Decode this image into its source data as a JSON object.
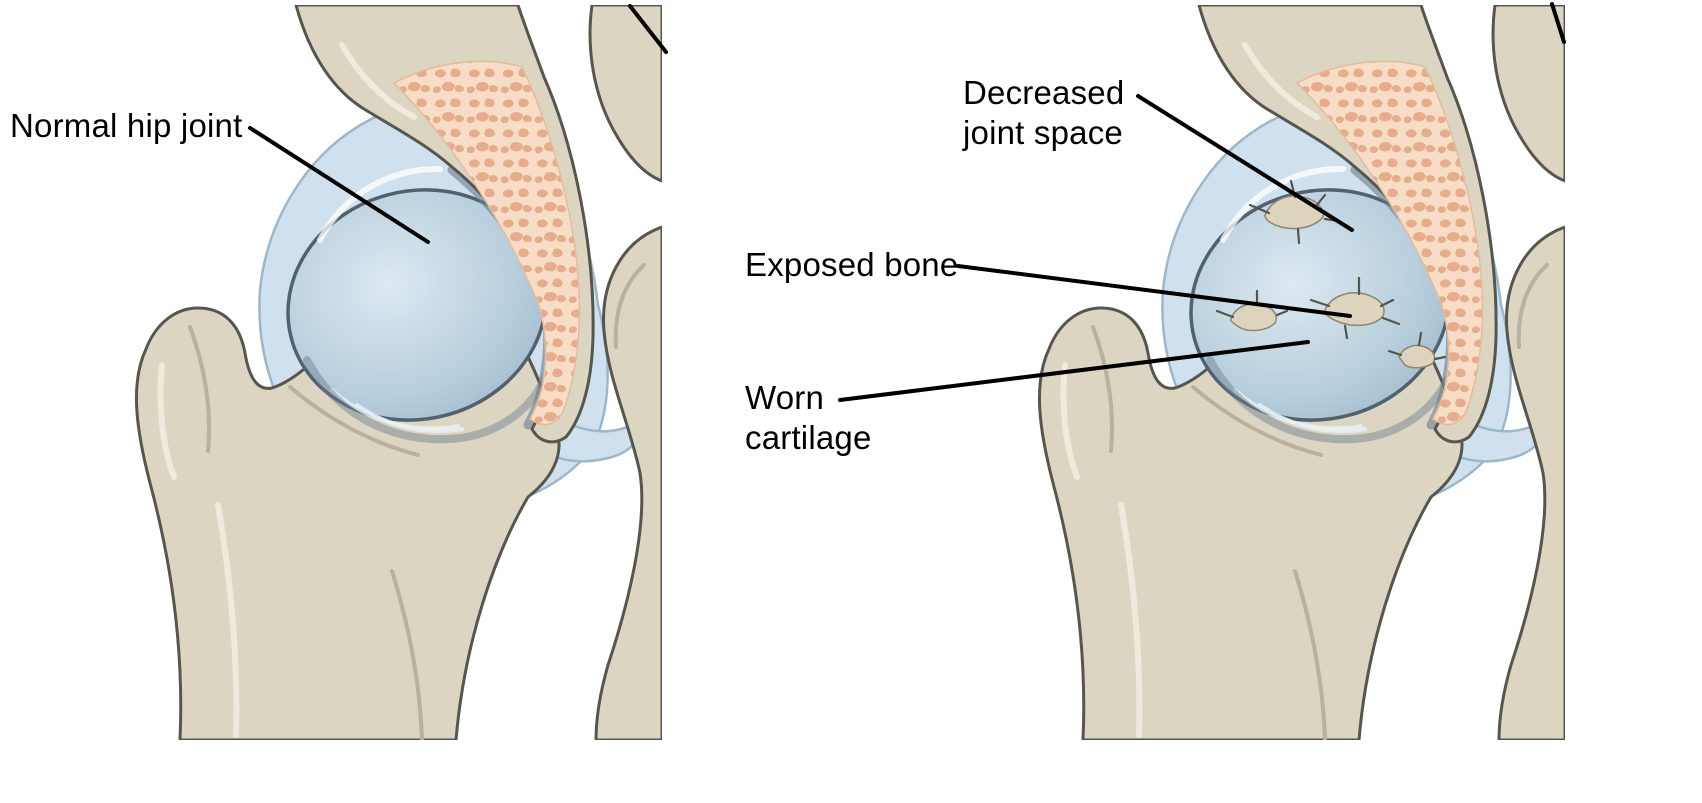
{
  "figure": {
    "left_panel": {
      "label_normal_hip_joint": "Normal hip joint"
    },
    "right_panel": {
      "label_decreased_joint_space": "Decreased\njoint space",
      "label_exposed_bone": "Exposed bone",
      "label_worn_cartilage": "Worn\ncartilage"
    }
  },
  "colors": {
    "bone": "#dcd5c2",
    "bone-outline": "#57564e",
    "bone-detail": "#b9b19e",
    "bone-highlight": "#f1ecdf",
    "spongy-bone": "#f7ddc6",
    "spongy-speckle": "#e6ac8b",
    "cartilage": "#b7cedd",
    "cartilage-light": "#dde9f0",
    "cartilage-outline": "#51616d",
    "capsule": "#cfe1ee",
    "capsule-outline": "#9db7ca",
    "joint-shadow": "#6b7e8d",
    "crack-patch": "#ded4be",
    "crack-line": "#55544c",
    "label-text": "#000000",
    "leader-line": "#000000"
  }
}
